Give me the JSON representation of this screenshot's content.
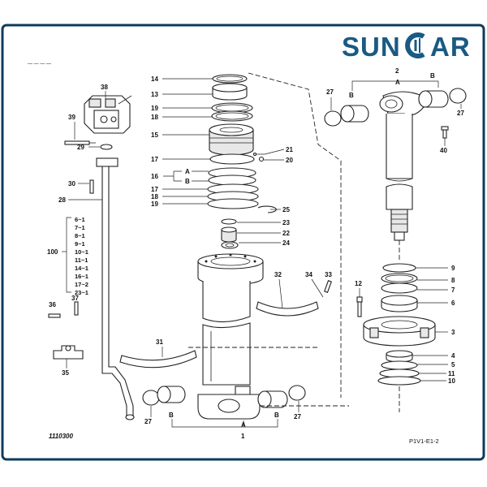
{
  "brand": {
    "name_left": "SUN",
    "name_right": "AR",
    "color": "#1a5a83"
  },
  "frame_color": "#0e3b5c",
  "footer": {
    "drawing_no": "1110300",
    "ref": "P1V1-E1-2"
  },
  "group_100": {
    "label": "100",
    "items": [
      "6~1",
      "7~1",
      "8~1",
      "9~1",
      "10~1",
      "11~1",
      "14~1",
      "16~1",
      "17~2",
      "23~1"
    ]
  },
  "callouts": {
    "c1": "1",
    "c2": "2",
    "c3": "3",
    "c4": "4",
    "c5": "5",
    "c6": "6",
    "c7": "7",
    "c8": "8",
    "c9": "9",
    "c10": "10",
    "c11": "11",
    "c12": "12",
    "c13": "13",
    "c14": "14",
    "c15": "15",
    "c16": "16",
    "c17a": "17",
    "c17b": "17",
    "c18a": "18",
    "c18b": "18",
    "c19a": "19",
    "c19b": "19",
    "c20": "20",
    "c21": "21",
    "c22": "22",
    "c23": "23",
    "c24": "24",
    "c25": "25",
    "c27a": "27",
    "c27b": "27",
    "c27c": "27",
    "c27d": "27",
    "c28": "28",
    "c29": "29",
    "c30": "30",
    "c31": "31",
    "c32": "32",
    "c33": "33",
    "c34": "34",
    "c35": "35",
    "c36": "36",
    "c37": "37",
    "c38": "38",
    "c39": "39",
    "c40": "40",
    "a_top": "A",
    "b_top_l": "B",
    "b_top_r": "B",
    "a_16": "A",
    "b_16": "B",
    "a_bot": "A",
    "b_bot_l": "B",
    "b_bot_r": "B"
  }
}
